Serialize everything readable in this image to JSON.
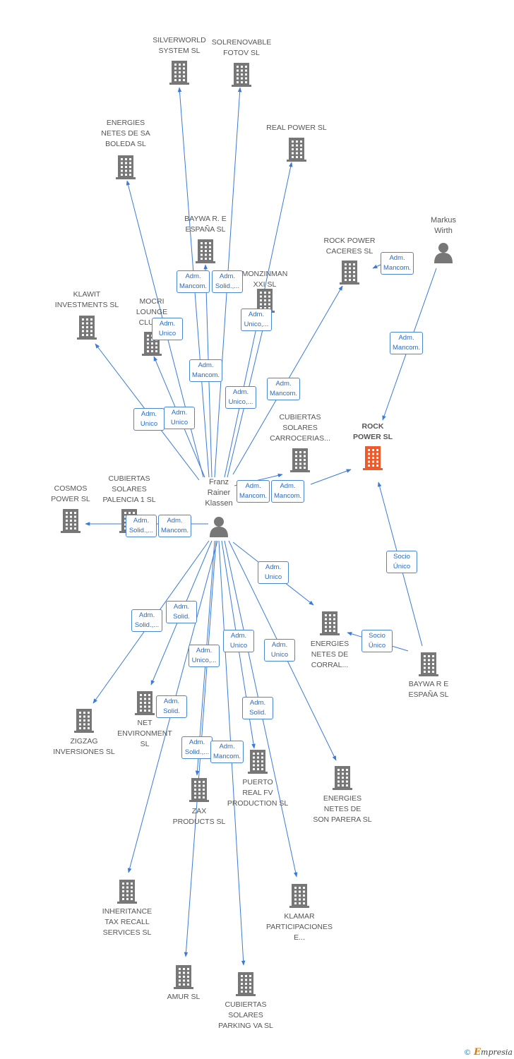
{
  "colors": {
    "edge": "#3a7bd5",
    "building": "#777777",
    "focus": "#ee5a2c",
    "person": "#777777"
  },
  "companies": [
    {
      "id": "silverworld",
      "label": "SILVERWORLD\nSYSTEM SL"
    },
    {
      "id": "solrenovable",
      "label": "SOLRENOVABLE\nFOTOV SL"
    },
    {
      "id": "energies_sa_boleda",
      "label": "ENERGIES\nNETES DE SA\nBOLEDA SL"
    },
    {
      "id": "real_power",
      "label": "REAL POWER SL"
    },
    {
      "id": "baywa_1",
      "label": "BAYWA R. E\nESPAÑA  SL"
    },
    {
      "id": "rock_power_caceres",
      "label": "ROCK POWER\nCACERES  SL"
    },
    {
      "id": "monzinman",
      "label": "MONZINMAN\nXXI SL"
    },
    {
      "id": "klawit",
      "label": "KLAWIT\nINVESTMENTS SL"
    },
    {
      "id": "mocri",
      "label": "MOCRI\nLOUNGE\nCLUB..."
    },
    {
      "id": "rock_power",
      "label": "ROCK\nPOWER SL"
    },
    {
      "id": "cubiertas_carrocerias",
      "label": "CUBIERTAS\nSOLARES\nCARROCERIAS..."
    },
    {
      "id": "cosmos",
      "label": "COSMOS\nPOWER SL"
    },
    {
      "id": "cubiertas_palencia",
      "label": "CUBIERTAS\nSOLARES\nPALENCIA 1 SL"
    },
    {
      "id": "energies_corral",
      "label": "ENERGIES\nNETES DE\nCORRAL..."
    },
    {
      "id": "baywa_2",
      "label": "BAYWA R E\nESPAÑA  SL"
    },
    {
      "id": "zigzag",
      "label": "ZIGZAG\nINVERSIONES SL"
    },
    {
      "id": "net_environment",
      "label": "NET\nENVIRONMENT\nSL"
    },
    {
      "id": "puerto_real",
      "label": "PUERTO\nREAL FV\nPRODUCTION SL"
    },
    {
      "id": "zax",
      "label": "ZAX\nPRODUCTS SL"
    },
    {
      "id": "energies_son_parera",
      "label": "ENERGIES\nNETES DE\nSON PARERA SL"
    },
    {
      "id": "inheritance",
      "label": "INHERITANCE\nTAX RECALL\nSERVICES SL"
    },
    {
      "id": "klamar",
      "label": "KLAMAR\nPARTICIPACIONES\nE..."
    },
    {
      "id": "amur",
      "label": "AMUR SL"
    },
    {
      "id": "cubiertas_parking",
      "label": "CUBIERTAS\nSOLARES\nPARKING VA SL"
    }
  ],
  "people": [
    {
      "id": "franz",
      "label": "Franz\nRainer\nKlassen"
    },
    {
      "id": "markus",
      "label": "Markus\nWirth"
    }
  ],
  "roles": [
    {
      "id": "r1",
      "text": "Adm.\nMancom."
    },
    {
      "id": "r2",
      "text": "Adm.\nSolid.,..."
    },
    {
      "id": "r3",
      "text": "Adm.\nUnico"
    },
    {
      "id": "r4",
      "text": "Adm.\nUnico,..."
    },
    {
      "id": "r5",
      "text": "Adm.\nMancom."
    },
    {
      "id": "r6",
      "text": "Adm.\nUnico"
    },
    {
      "id": "r7",
      "text": "Adm.\nUnico"
    },
    {
      "id": "r8",
      "text": "Adm.\nUnico,..."
    },
    {
      "id": "r9",
      "text": "Adm.\nMancom."
    },
    {
      "id": "r10",
      "text": "Adm.\nMancom."
    },
    {
      "id": "r11",
      "text": "Adm.\nMancom."
    },
    {
      "id": "r12",
      "text": "Adm.\nMancom."
    },
    {
      "id": "r13",
      "text": "Adm.\nMancom."
    },
    {
      "id": "r14",
      "text": "Adm.\nSolid.,..."
    },
    {
      "id": "r15",
      "text": "Adm.\nMancom."
    },
    {
      "id": "r16",
      "text": "Adm.\nUnico"
    },
    {
      "id": "r17",
      "text": "Socio\nÚnico"
    },
    {
      "id": "r18",
      "text": "Socio\nÚnico"
    },
    {
      "id": "r19",
      "text": "Adm.\nSolid.,..."
    },
    {
      "id": "r20",
      "text": "Adm.\nSolid."
    },
    {
      "id": "r21",
      "text": "Adm.\nUnico"
    },
    {
      "id": "r22",
      "text": "Adm.\nUnico,..."
    },
    {
      "id": "r23",
      "text": "Adm.\nUnico"
    },
    {
      "id": "r24",
      "text": "Adm.\nSolid."
    },
    {
      "id": "r25",
      "text": "Adm.\nSolid."
    },
    {
      "id": "r26",
      "text": "Adm.\nSolid.,..."
    },
    {
      "id": "r27",
      "text": "Adm.\nMancom."
    }
  ],
  "brand": {
    "copyright": "©",
    "name": "mpresia",
    "initial": "E"
  }
}
